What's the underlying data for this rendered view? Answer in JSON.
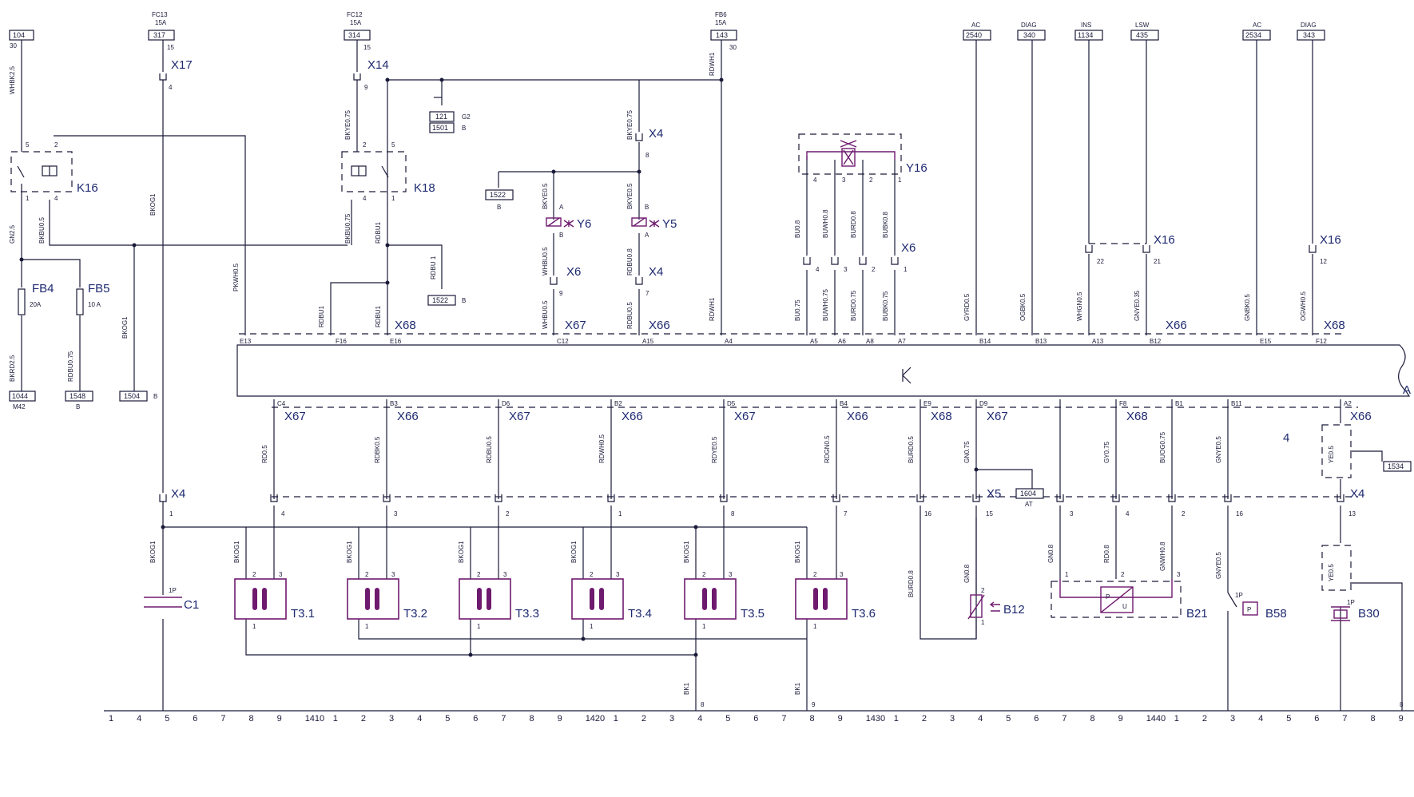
{
  "top_refs": [
    {
      "id": "r104",
      "box": "104",
      "pin": "30",
      "fuse": "",
      "rating": ""
    },
    {
      "id": "r317",
      "box": "317",
      "pin": "15",
      "fuse": "FC13",
      "rating": "15A"
    },
    {
      "id": "r314",
      "box": "314",
      "pin": "15",
      "fuse": "FC12",
      "rating": "15A"
    },
    {
      "id": "r143",
      "box": "143",
      "pin": "30",
      "fuse": "FB6",
      "rating": "15A"
    },
    {
      "id": "r2540",
      "box": "2540",
      "pin": "",
      "fuse": "AC",
      "rating": ""
    },
    {
      "id": "r340",
      "box": "340",
      "pin": "",
      "fuse": "DIAG",
      "rating": ""
    },
    {
      "id": "r1134",
      "box": "1134",
      "pin": "",
      "fuse": "INS",
      "rating": ""
    },
    {
      "id": "r435",
      "box": "435",
      "pin": "",
      "fuse": "LSW",
      "rating": ""
    },
    {
      "id": "r2534",
      "box": "2534",
      "pin": "",
      "fuse": "AC",
      "rating": ""
    },
    {
      "id": "r343",
      "box": "343",
      "pin": "",
      "fuse": "DIAG",
      "rating": ""
    }
  ],
  "ref_boxes": {
    "b121": "121",
    "bG2": "G2",
    "b1501": "1501",
    "bB": "B",
    "b1522a": "1522",
    "b1522b": "1522",
    "b1044": "1044",
    "bM42": "M42",
    "b1548": "1548",
    "b1504": "1504",
    "b1534": "1534",
    "b1604": "1604",
    "bAT": "AT"
  },
  "wires": {
    "w1": "WHBK2.5",
    "w2": "GN2.5",
    "w3": "BKBU0.5",
    "w4": "BKOG1",
    "w5": "BKYE0.75",
    "w6": "BKBU0.75",
    "w7": "RDBU1",
    "w8": "RDBU 1",
    "w9": "BKYE0.75",
    "w10": "BKYE0.5",
    "w11": "BKYE0.5",
    "w12": "WHBU0.5",
    "w13": "RDBU0.8",
    "w14": "WHBU0.5",
    "w15": "RDBU0.5",
    "w16": "RDWH1",
    "w17": "RDWH1",
    "w18": "BKRD2.5",
    "w19": "RDBU0.75",
    "w20": "BKOG1",
    "w21": "PKWH0.5",
    "w22": "RDBU1",
    "w23": "RDBU1",
    "w24": "BU0.8",
    "w25": "BUWH0.8",
    "w26": "BURD0.8",
    "w27": "BUBK0.8",
    "w28": "BU0.75",
    "w29": "BUWH0.75",
    "w30": "BURD0.75",
    "w31": "BUBK0.75",
    "w32": "GYRD0.5",
    "w33": "OGBK0.5",
    "w34": "WHGN0.5",
    "w35": "GNYE0.35",
    "w36": "GNBK0.5",
    "w37": "OGWH0.5",
    "w38": "RD0.5",
    "w39": "RDBK0.5",
    "w40": "RDBU0.5",
    "w41": "RDWH0.5",
    "w42": "RDYE0.5",
    "w43": "RDGN0.5",
    "w44": "BURD0.5",
    "w45": "GN0.75",
    "w46": "GY0.75",
    "w47": "BUOG0.75",
    "w48": "GNYE0.5",
    "w49": "YE0.5",
    "w50": "BKOG1",
    "w51": "BKOG1",
    "w52": "BKOG1",
    "w53": "BKOG1",
    "w54": "BKOG1",
    "w55": "BKOG1",
    "w56": "BKOG1",
    "w57": "BURD0.8",
    "w58": "GN0.8",
    "w59": "GN0.8",
    "w60": "RD0.8",
    "w61": "GNWH0.8",
    "w62": "GNYE0.5",
    "w63": "YE0.5",
    "w64": "BK1",
    "w65": "BK1"
  },
  "connectors": {
    "X17": "X17",
    "X14": "X14",
    "X4a": "X4",
    "X4b": "X4",
    "X4c": "X4",
    "X6a": "X6",
    "X6b": "X6",
    "X16a": "X16",
    "X16b": "X16",
    "X68a": "X68",
    "X67a": "X67",
    "X66a": "X66",
    "X66b": "X66",
    "X68b": "X68",
    "X67b": "X67",
    "X66c": "X66",
    "X67c": "X67",
    "X66d": "X66",
    "X67d": "X67",
    "X66e": "X66",
    "X68c": "X68",
    "X67e": "X67",
    "X68d": "X68",
    "X66f": "X66",
    "X5": "X5"
  },
  "components": {
    "K16": "K16",
    "K18": "K18",
    "FB4": "FB4",
    "FB5": "FB5",
    "Y6": "Y6",
    "Y5": "Y5",
    "Y16": "Y16",
    "C1": "C1",
    "T31": "T3.1",
    "T32": "T3.2",
    "T33": "T3.3",
    "T34": "T3.4",
    "T35": "T3.5",
    "T36": "T3.6",
    "B12": "B12",
    "B21": "B21",
    "B58": "B58",
    "B30": "B30",
    "A": "A",
    "four": "4"
  },
  "fuse_ratings": {
    "FB4": "20A",
    "FB5": "10 A"
  },
  "ecu_pins_top": [
    "E13",
    "F16",
    "E16",
    "C12",
    "A15",
    "A4",
    "A5",
    "A6",
    "A8",
    "A7",
    "B14",
    "B13",
    "A13",
    "B12",
    "E15",
    "F12"
  ],
  "ecu_pins_bottom": [
    "C4",
    "B3",
    "D6",
    "B2",
    "D5",
    "B4",
    "E9",
    "D9",
    "F8",
    "B1",
    "B11",
    "A2"
  ],
  "scale": [
    "1",
    "4",
    "5",
    "6",
    "7",
    "8",
    "9",
    "1410",
    "1",
    "2",
    "3",
    "4",
    "5",
    "6",
    "7",
    "8",
    "9",
    "1420",
    "1",
    "2",
    "3",
    "4",
    "5",
    "6",
    "7",
    "8",
    "9",
    "1430",
    "1",
    "2",
    "3",
    "4",
    "5",
    "6",
    "7",
    "8",
    "9",
    "1440",
    "1",
    "2",
    "3",
    "4",
    "5",
    "6",
    "7",
    "8",
    "9"
  ]
}
